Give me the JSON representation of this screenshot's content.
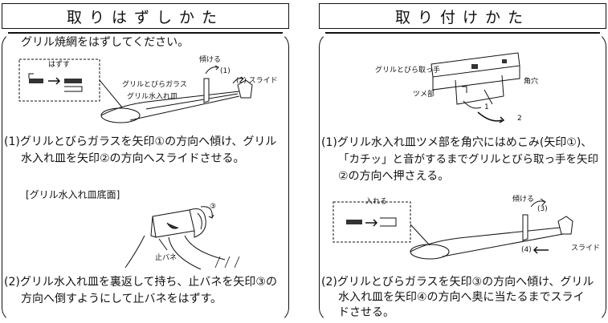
{
  "left": {
    "title": "取りはずしかた",
    "intro": "グリル焼網をはずしてください。",
    "fig1_labels": {
      "remove": "はずす",
      "tilt": "傾ける",
      "arrow1": "(1)",
      "door_glass": "グリルとびらガラス",
      "arrow2": "(2) スライド",
      "water_tray": "グリル水入れ皿"
    },
    "step1_line1": "(1)グリルとびらガラスを矢印①の方向へ傾け、グリル",
    "step1_line2": "水入れ皿を矢印②の方向へスライドさせる。",
    "fig2_caption": "[グリル水入れ皿底面]",
    "fig2_labels": {
      "arrow3": "③",
      "stop_spring": "止バネ"
    },
    "step2_line1": "(2)グリル水入れ皿を裏返して持ち、止バネを矢印③の",
    "step2_line2": "方向へ倒すようにして止バネをはずす。"
  },
  "right": {
    "title": "取り付けかた",
    "fig1_labels": {
      "handle": "グリルとびら取っ手",
      "hole": "角穴",
      "tab": "ツメ部",
      "arrow1": "1",
      "arrow2": "2"
    },
    "step1_line1": "(1)グリル水入れ皿ツメ部を角穴にはめこみ(矢印①)、",
    "step1_line2": "「カチッ」と音がするまでグリルとびら取っ手を矢印",
    "step1_line3": "②の方向へ押さえる。",
    "fig2_labels": {
      "insert": "入れる",
      "tilt": "傾ける",
      "arrow3": "(3)",
      "arrow4": "(4)",
      "slide": "スライド"
    },
    "step2_line1": "(2)グリルとびらガラスを矢印③の方向へ傾け、グリル",
    "step2_line2": "水入れ皿を矢印④の方向へ奥に当たるまでスライ",
    "step2_line3": "ドさせる。"
  }
}
